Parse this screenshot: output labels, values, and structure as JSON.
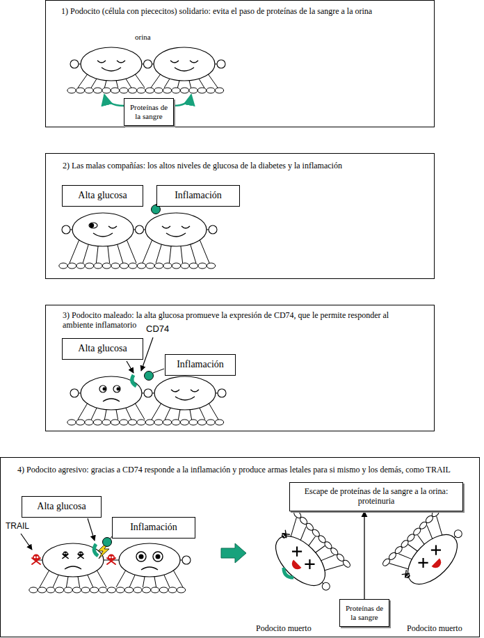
{
  "diagram": {
    "nodes": [
      {
        "text": [
          "1) Podocito (célula con piececitos) solidario: evita el paso de proteínas de la sangre a la orina"
        ]
      },
      {
        "text": [
          "Proteínas de la sangre"
        ],
        "in": 0
      },
      {
        "text": [
          "2) Las malas compañías: los altos niveles de glucosa de la diabetes y la inflamación"
        ]
      },
      {
        "text": [
          "Alta glucosa"
        ],
        "in": 2
      },
      {
        "text": [
          "Inflamación"
        ],
        "in": 2
      },
      {
        "text": [
          "3) Podocito maleado: la alta glucosa promueve la expresión de CD74, que le permite responder al ambiente inflamatorio"
        ]
      },
      {
        "text": [
          "Alta glucosa"
        ],
        "in": 5
      },
      {
        "text": [
          "Inflamación"
        ],
        "in": 5
      },
      {
        "text": [
          "4) Podocito agresivo: gracias a CD74 responde a la inflamación y produce armas letales para si mismo y los demás, como TRAIL"
        ]
      },
      {
        "text": [
          "Alta glucosa"
        ],
        "in": 8
      },
      {
        "text": [
          "Inflamación"
        ],
        "in": 8
      },
      {
        "text": [
          "Escape de proteínas de la sangre a la orina: proteinuria"
        ],
        "in": 8
      },
      {
        "text": [
          "Proteínas de la sangre"
        ],
        "in": 8
      }
    ],
    "edges": [
      {
        "from": 12,
        "to": 11,
        "arrow": "to"
      }
    ],
    "labels": [
      "orina",
      "CD74",
      "TRAIL",
      "Podocito muerto",
      "Podocito muerto"
    ]
  }
}
